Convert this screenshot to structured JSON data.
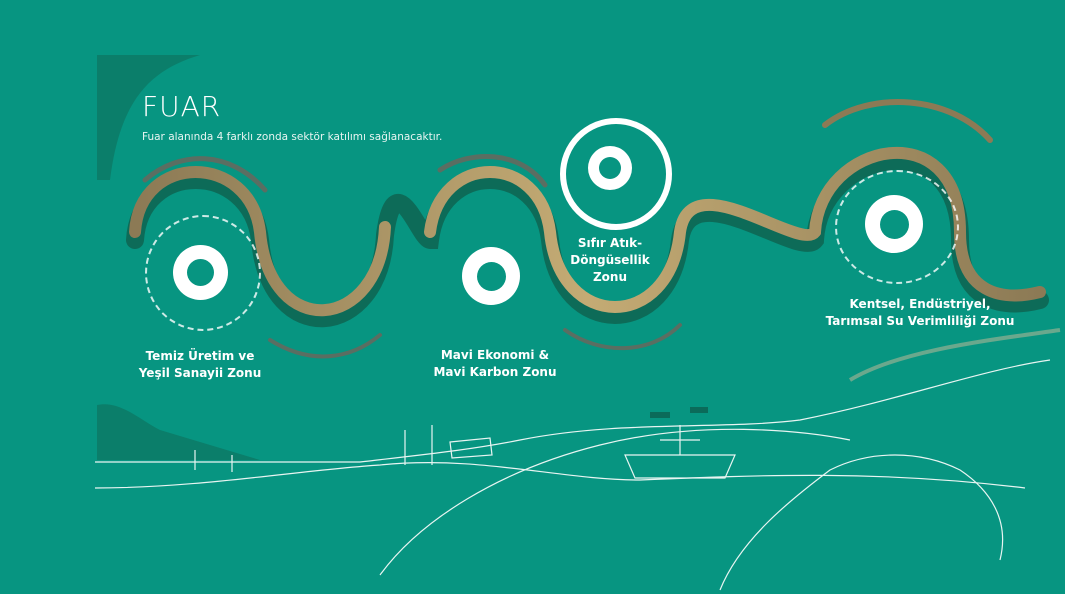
{
  "header": {
    "title": "FUAR",
    "subtitle": "Fuar alanında 4 farklı zonda sektör katılımı sağlanacaktır."
  },
  "zones": [
    {
      "line1": "Temiz Üretim ve",
      "line2": "Yeşil Sanayii Zonu"
    },
    {
      "line1": "Mavi Ekonomi &",
      "line2": "Mavi Karbon Zonu"
    },
    {
      "line1": "Sıfır Atık-",
      "line2": "Döngüsellik",
      "line3": "Zonu"
    },
    {
      "line1": "Kentsel, Endüstriyel,",
      "line2": "Tarımsal Su Verimliliği Zonu"
    }
  ],
  "colors": {
    "background": "#079581",
    "ribbon": "#b39a66",
    "ribbon_dark": "#0d6b58"
  }
}
